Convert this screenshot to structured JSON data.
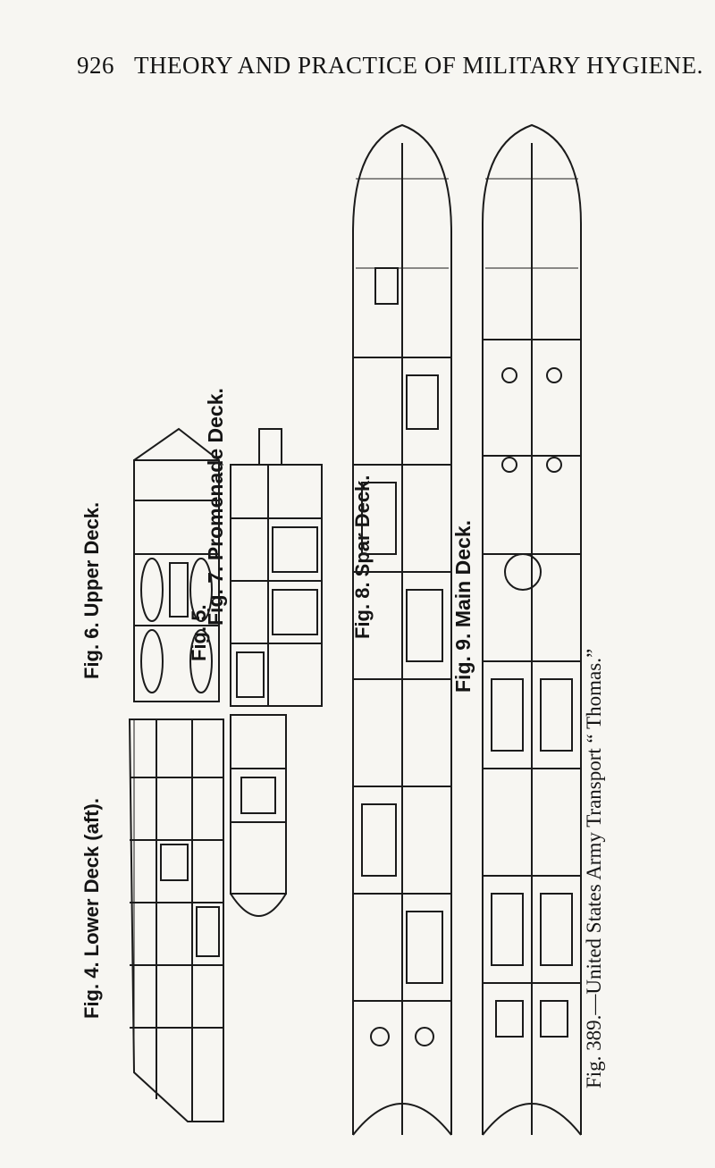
{
  "header": {
    "page_number": "926",
    "running_title": "THEORY AND PRACTICE OF MILITARY HYGIENE."
  },
  "figures": {
    "fig4": "Fig. 4.  Lower Deck (aft).",
    "fig5": "Fig. 5.",
    "fig6": "Fig. 6.  Upper Deck.",
    "fig7": "Fig. 7.  Promenade Deck.",
    "fig8": "Fig. 8.  Spar Deck.",
    "fig9": "Fig. 9.  Main Deck."
  },
  "caption": "Fig. 389.—United States Army Transport “ Thomas.”",
  "colors": {
    "ink": "#1b1b1b",
    "paper": "#f7f6f2"
  }
}
